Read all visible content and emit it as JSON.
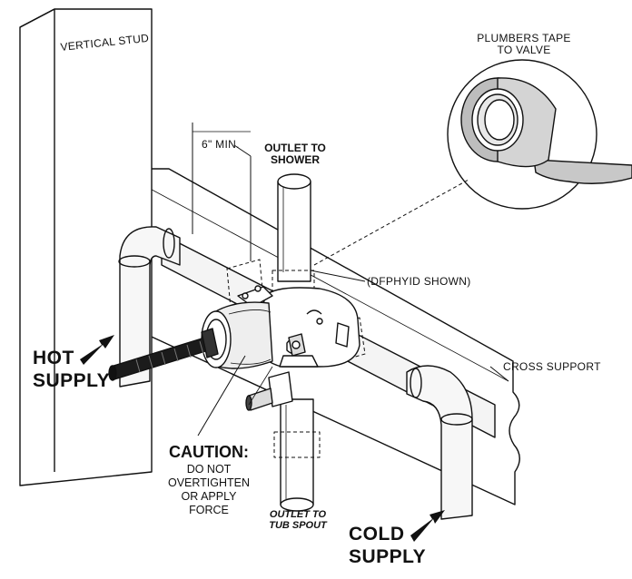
{
  "labels": {
    "vertical_stud": "VERTICAL STUD",
    "clearance": "6\" MIN.",
    "outlet_shower_line1": "OUTLET TO",
    "outlet_shower_line2": "SHOWER",
    "plumbers_tape_line1": "PLUMBERS TAPE",
    "plumbers_tape_line2": "TO VALVE",
    "model_note": "(DFPHYID SHOWN)",
    "cross_support": "CROSS SUPPORT",
    "hot_line1": "HOT",
    "hot_line2": "SUPPLY",
    "cold_line1": "COLD",
    "cold_line2": "SUPPLY",
    "caution_head": "CAUTION:",
    "caution_line1": "DO NOT",
    "caution_line2": "OVERTIGHTEN",
    "caution_line3": "OR APPLY",
    "caution_line4": "FORCE",
    "outlet_tub_line1": "OUTLET TO",
    "outlet_tub_line2": "TUB SPOUT"
  },
  "colors": {
    "line": "#111111",
    "fill": "#ffffff",
    "shade": "#dcdcdc",
    "dark_shade": "#9a9a9a"
  }
}
